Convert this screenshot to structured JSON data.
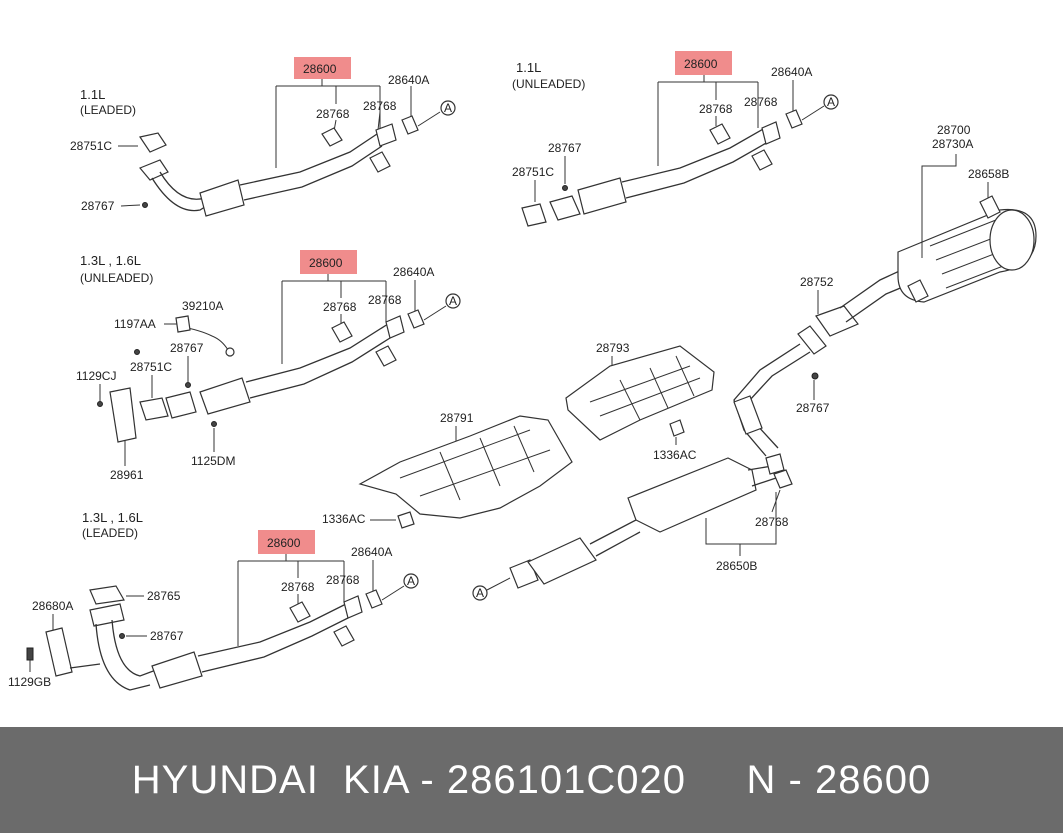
{
  "sections": {
    "s1_engine": "1.1L",
    "s1_fuel": "(LEADED)",
    "s2_engine": "1.1L",
    "s2_fuel": "(UNLEADED)",
    "s3_engine": "1.3L , 1.6L",
    "s3_fuel": "(UNLEADED)",
    "s4_engine": "1.3L , 1.6L",
    "s4_fuel": "(LEADED)"
  },
  "highlight_part": "28600",
  "labels": {
    "p28640A": "28640A",
    "p28768": "28768",
    "p28751C": "28751C",
    "p28767": "28767",
    "p39210A": "39210A",
    "p1197AA": "1197AA",
    "p1129CJ": "1129CJ",
    "p28961": "28961",
    "p1125DM": "1125DM",
    "p28680A": "28680A",
    "p28765": "28765",
    "p1129GB": "1129GB",
    "p28793": "28793",
    "p1336AC": "1336AC",
    "p28791": "28791",
    "p28650B": "28650B",
    "p28752": "28752",
    "p28700": "28700",
    "p28730A": "28730A",
    "p28658B": "28658B",
    "refA": "A"
  },
  "footer": "HYUNDAI  KIA - 286101C020     N - 28600",
  "colors": {
    "highlight": "#f08c8c",
    "footer_bg": "#6b6b6b",
    "footer_text": "#ffffff"
  }
}
